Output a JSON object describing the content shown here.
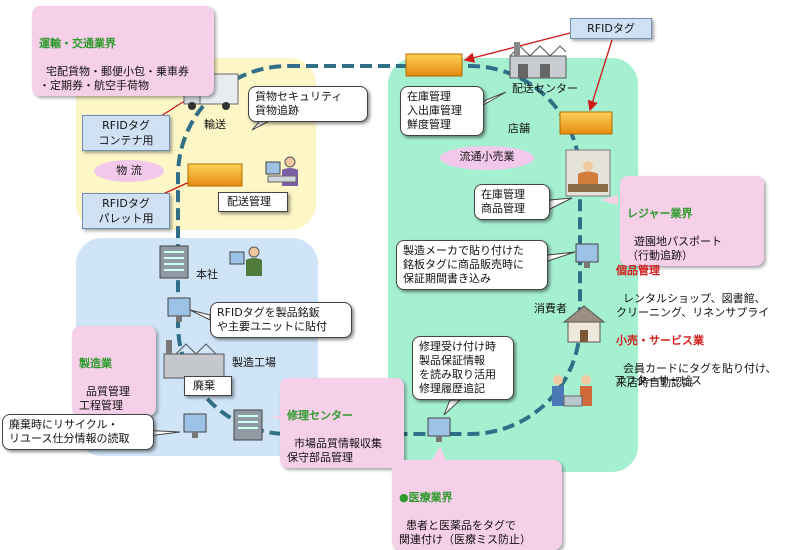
{
  "regions": [
    {
      "name": "logistics-region",
      "color": "#fdf6c7"
    },
    {
      "name": "manufacturing-region",
      "color": "#cfe4f6"
    },
    {
      "name": "retail-region",
      "color": "#a6f0d2"
    }
  ],
  "transport": {
    "title": "運輸・交通業界",
    "body": "宅配貨物・郵便小包・乗車券\n・定期券・航空手荷物"
  },
  "rfid_tag_top": "RFIDタグ",
  "rfid_container": "RFIDタグ\nコンテナ用",
  "rfid_pallet": "RFIDタグ\nパレット用",
  "logistics_oval": "物 流",
  "yuso": "輸送",
  "cargo_security": "貨物セキュリティ\n貨物追跡",
  "haiso_kanri": "配送管理",
  "inventory_callout": "在庫管理\n入出庫管理\n鮮度管理",
  "haiso_center": "配送センター",
  "tenpo": "店舗",
  "retail_oval": "流通小売業",
  "zaiko_shohin": "在庫管理\n商品管理",
  "leisure": {
    "title": "レジャー業界",
    "body": "遊園地パスポート\n（行動追跡）"
  },
  "maker_callout": "製造メーカで貼り付けた\n銘板タグに商品販売時に\n保証期間書き込み",
  "rental": {
    "title": "個品管理",
    "body": "レンタルショップ、図書館、\nクリーニング、リネンサプライ"
  },
  "shohisha": "消費者",
  "service": {
    "title": "小売・サービス業",
    "body": "会員カードにタグを貼り付け、\n来店時自動認識"
  },
  "repair_callout": "修理受け付け時\n製品保証情報\nを読み取り活用\n修理履歴追記",
  "after_service": "アフターサービス",
  "honsha": "本社",
  "rfid_product_callout": "RFIDタグを製品銘鈑\nや主要ユニットに貼付",
  "manufacturing": {
    "title": "製造業",
    "body": "品質管理\n工程管理"
  },
  "factory": "製造工場",
  "haiki": "廃棄",
  "repair_center": {
    "title": "修理センター",
    "body": "市場品質情報収集\n保守部品管理"
  },
  "recycle_callout": "廃棄時にリサイクル・\nリユース仕分情報の読取",
  "medical": {
    "title": "●医療業界",
    "body": "患者と医薬品をタグで\n関連付け（医療ミス防止）"
  },
  "colors": {
    "loop_line": "#2f6f87",
    "arrow": "#d01818",
    "green_title": "#2e9a2e",
    "red_title": "#d0201e",
    "box_orange": "#f2a21a"
  },
  "icons": [
    "truck-icon",
    "warehouse-icon",
    "cargo-box-icon",
    "computer-user-icon",
    "shop-counter-icon",
    "monitor-icon",
    "building-icon",
    "factory-icon",
    "house-icon",
    "family-icon"
  ]
}
